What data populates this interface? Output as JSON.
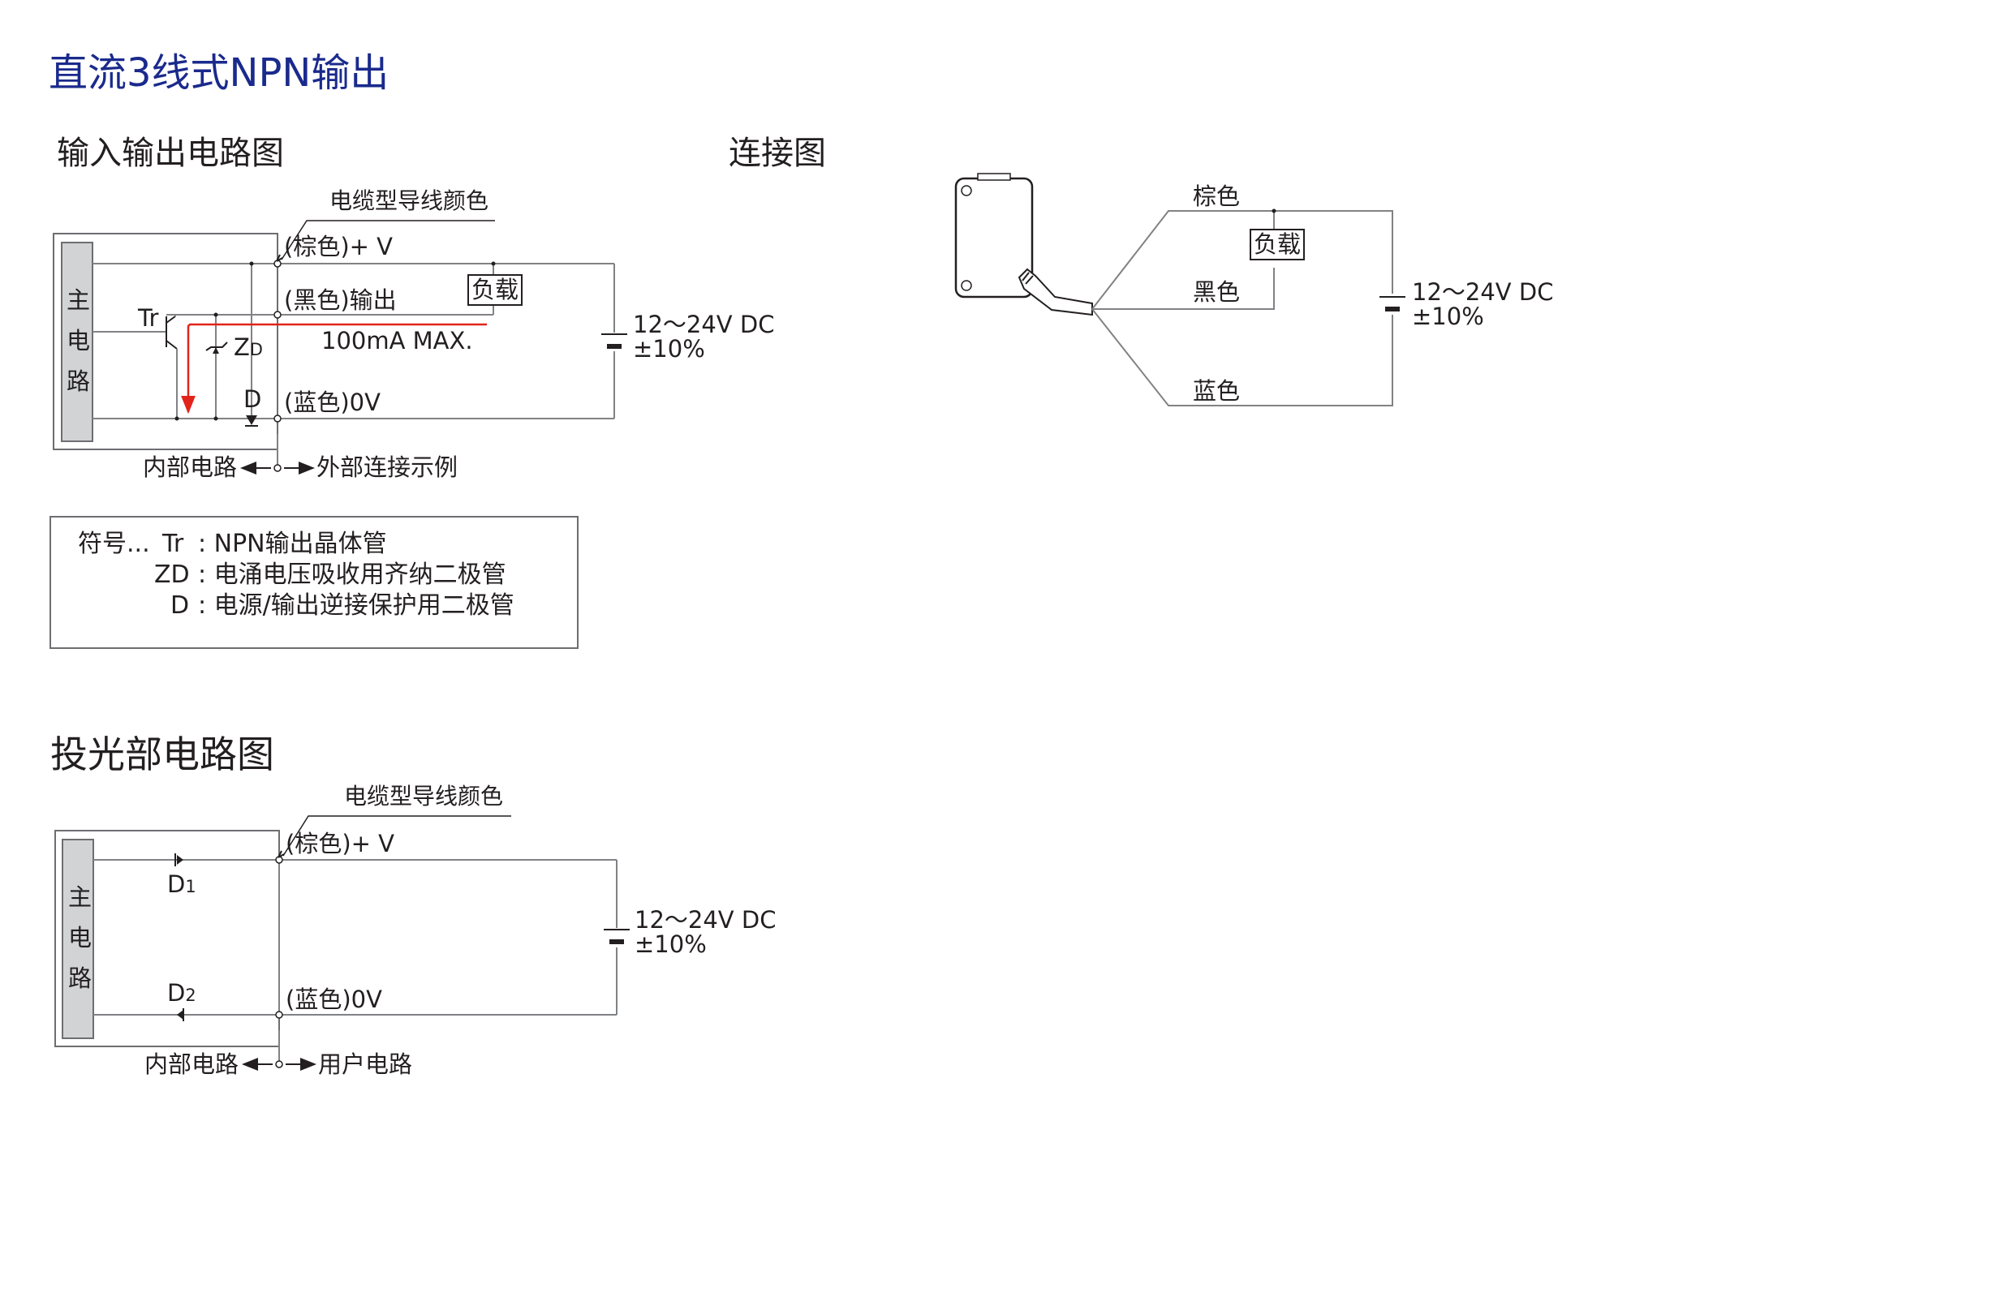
{
  "title": "直流3线式NPN输出",
  "io_section": {
    "heading": "输入输出电路图",
    "lead_color_note": "电缆型导线颜色",
    "main_circuit": [
      "主",
      "电",
      "路"
    ],
    "brown_plus_v": "(棕色)+ V",
    "black_output": "(黑色)输出",
    "blue_0v": "(蓝色)0V",
    "tr_label": "Tr",
    "zd_label": "Z",
    "zd_sub": "D",
    "d_label": "D",
    "current_max": "100mA MAX.",
    "load": "负载",
    "supply_voltage": "12～24V DC",
    "tolerance": "±10%",
    "internal_circuit": "内部电路",
    "external_example": "外部连接示例"
  },
  "legend": {
    "prefix": "符号...",
    "rows": [
      {
        "symbol": "Tr",
        "desc": ": NPN输出晶体管"
      },
      {
        "symbol": "ZD",
        "desc": ": 电涌电压吸收用齐纳二极管"
      },
      {
        "symbol": "D",
        "desc": ": 电源/输出逆接保护用二极管"
      }
    ]
  },
  "connection_section": {
    "heading": "连接图",
    "brown": "棕色",
    "black": "黑色",
    "blue": "蓝色",
    "load": "负载",
    "supply_voltage": "12～24V DC",
    "tolerance": "±10%"
  },
  "emitter_section": {
    "heading": "投光部电路图",
    "lead_color_note": "电缆型导线颜色",
    "main_circuit": [
      "主",
      "电",
      "路"
    ],
    "brown_plus_v": "(棕色)+ V",
    "blue_0v": "(蓝色)0V",
    "d1_label": "D",
    "d1_sub": "1",
    "d2_label": "D",
    "d2_sub": "2",
    "supply_voltage": "12～24V DC",
    "tolerance": "±10%",
    "internal_circuit": "内部电路",
    "user_circuit": "用户电路"
  },
  "colors": {
    "title": "#1a2a8c",
    "wire": "#808285",
    "output_current": "#e2231a",
    "main_block_fill": "#d1d3d4"
  }
}
